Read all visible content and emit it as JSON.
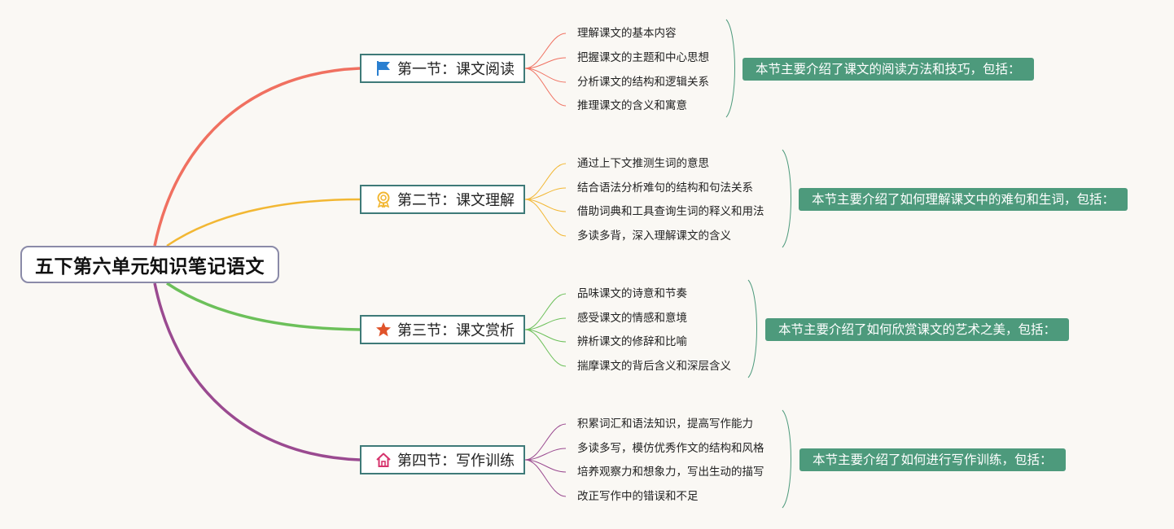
{
  "root": {
    "title": "五下第六单元知识笔记语文"
  },
  "sections": [
    {
      "title": "第一节：课文阅读",
      "icon": "flag-icon",
      "color": "#f07060",
      "items": [
        "理解课文的基本内容",
        "把握课文的主题和中心思想",
        "分析课文的结构和逻辑关系",
        "推理课文的含义和寓意"
      ],
      "summary": "本节主要介绍了课文的阅读方法和技巧，包括："
    },
    {
      "title": "第二节：课文理解",
      "icon": "award-icon",
      "color": "#f2b733",
      "items": [
        "通过上下文推测生词的意思",
        "结合语法分析难句的结构和句法关系",
        "借助词典和工具查询生词的释义和用法",
        "多读多背，深入理解课文的含义"
      ],
      "summary": "本节主要介绍了如何理解课文中的难句和生词，包括："
    },
    {
      "title": "第三节：课文赏析",
      "icon": "star-icon",
      "color": "#6cc05a",
      "items": [
        "品味课文的诗意和节奏",
        "感受课文的情感和意境",
        "辨析课文的修辞和比喻",
        "揣摩课文的背后含义和深层含义"
      ],
      "summary": "本节主要介绍了如何欣赏课文的艺术之美，包括："
    },
    {
      "title": "第四节：写作训练",
      "icon": "home-icon",
      "color": "#9a4a90",
      "items": [
        "积累词汇和语法知识，提高写作能力",
        "多读多写，模仿优秀作文的结构和风格",
        "培养观察力和想象力，写出生动的描写",
        "改正写作中的错误和不足"
      ],
      "summary": "本节主要介绍了如何进行写作训练，包括："
    }
  ],
  "colors": {
    "section_border": "#3e7a78",
    "summary_bg": "#4d9a7c",
    "bracket": "#4d9a7c"
  }
}
